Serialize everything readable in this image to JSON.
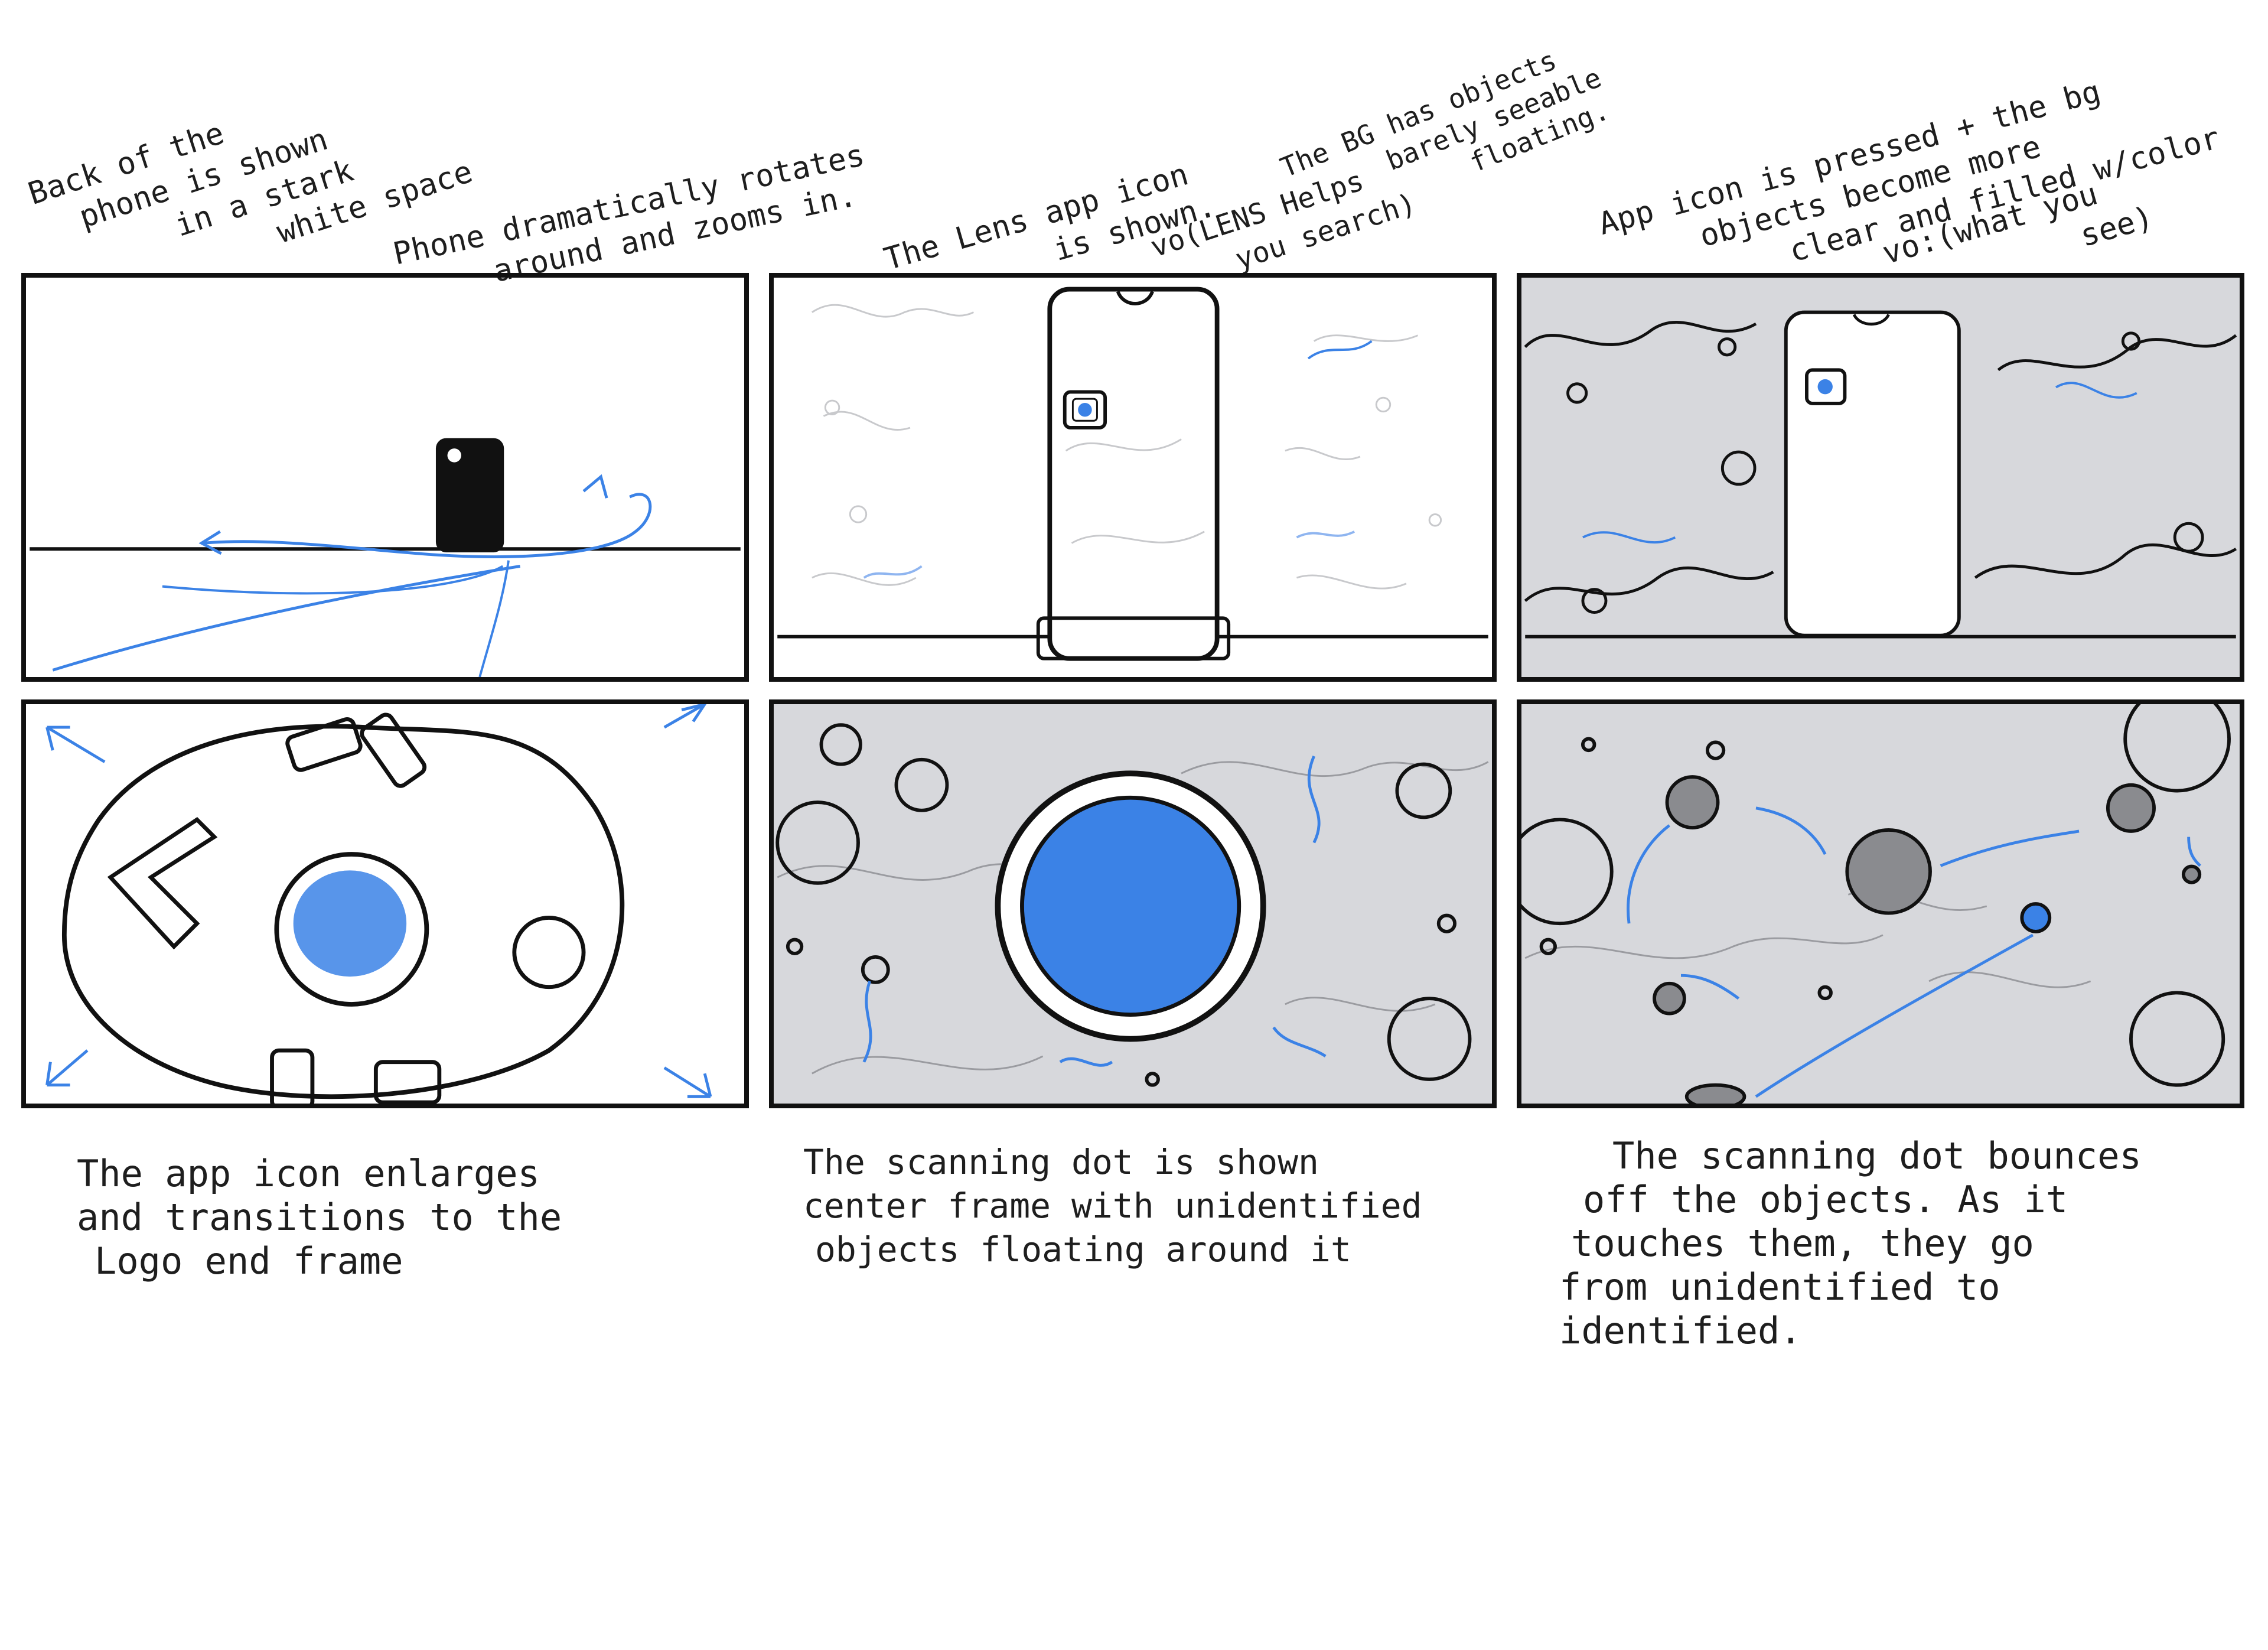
{
  "notes": {
    "n1": [
      "Back of the",
      "phone is shown",
      "in a stark",
      "white space"
    ],
    "n2": [
      "Phone dramatically rotates",
      "around and zooms in."
    ],
    "n3": [
      "The Lens app icon",
      "is shown."
    ],
    "n4": [
      "The BG has objects",
      "barely seeable",
      "floating."
    ],
    "n5": [
      "vo(LENS Helps",
      "you search)"
    ],
    "n6": [
      "App icon is pressed + the bg",
      "objects become more",
      "clear and filled w/color"
    ],
    "n7": [
      "vo:(what you",
      "see)"
    ]
  },
  "captions": {
    "c1": [
      "The app icon enlarges",
      "and transitions to the",
      "Logo end frame"
    ],
    "c2": [
      "The scanning dot is shown",
      "center frame with unidentified",
      "objects floating around it"
    ],
    "c3": [
      "The scanning dot bounces",
      "off the objects. As it",
      "touches them, they go",
      "from unidentified to",
      "identified."
    ]
  },
  "colors": {
    "ink": "#111111",
    "blue": "#3b82e6",
    "grey_bg": "#d7d8dc",
    "dark_grey": "#8a8b8f"
  }
}
